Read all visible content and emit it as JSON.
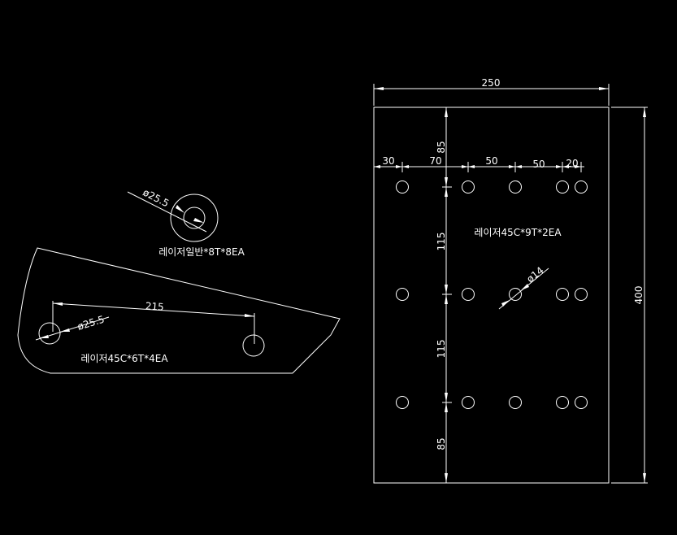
{
  "colors": {
    "background": "#000000",
    "linework": "#ffffff"
  },
  "plate": {
    "width_dim": "250",
    "height_dim": "400",
    "dims": {
      "left_30": "30",
      "left_70": "70",
      "pitch_50a": "50",
      "pitch_50b": "50",
      "pitch_20": "20",
      "top_85": "85",
      "mid_115a": "115",
      "mid_115b": "115",
      "bottom_85": "85"
    },
    "hole_dia": "ø14",
    "note": "레이저45C*9T*2EA"
  },
  "washer": {
    "dia": "ø25.5",
    "note": "레이저일반*8T*8EA"
  },
  "bracket": {
    "hole_spacing": "215",
    "hole_dia": "ø25.5",
    "note": "레이저45C*6T*4EA"
  }
}
